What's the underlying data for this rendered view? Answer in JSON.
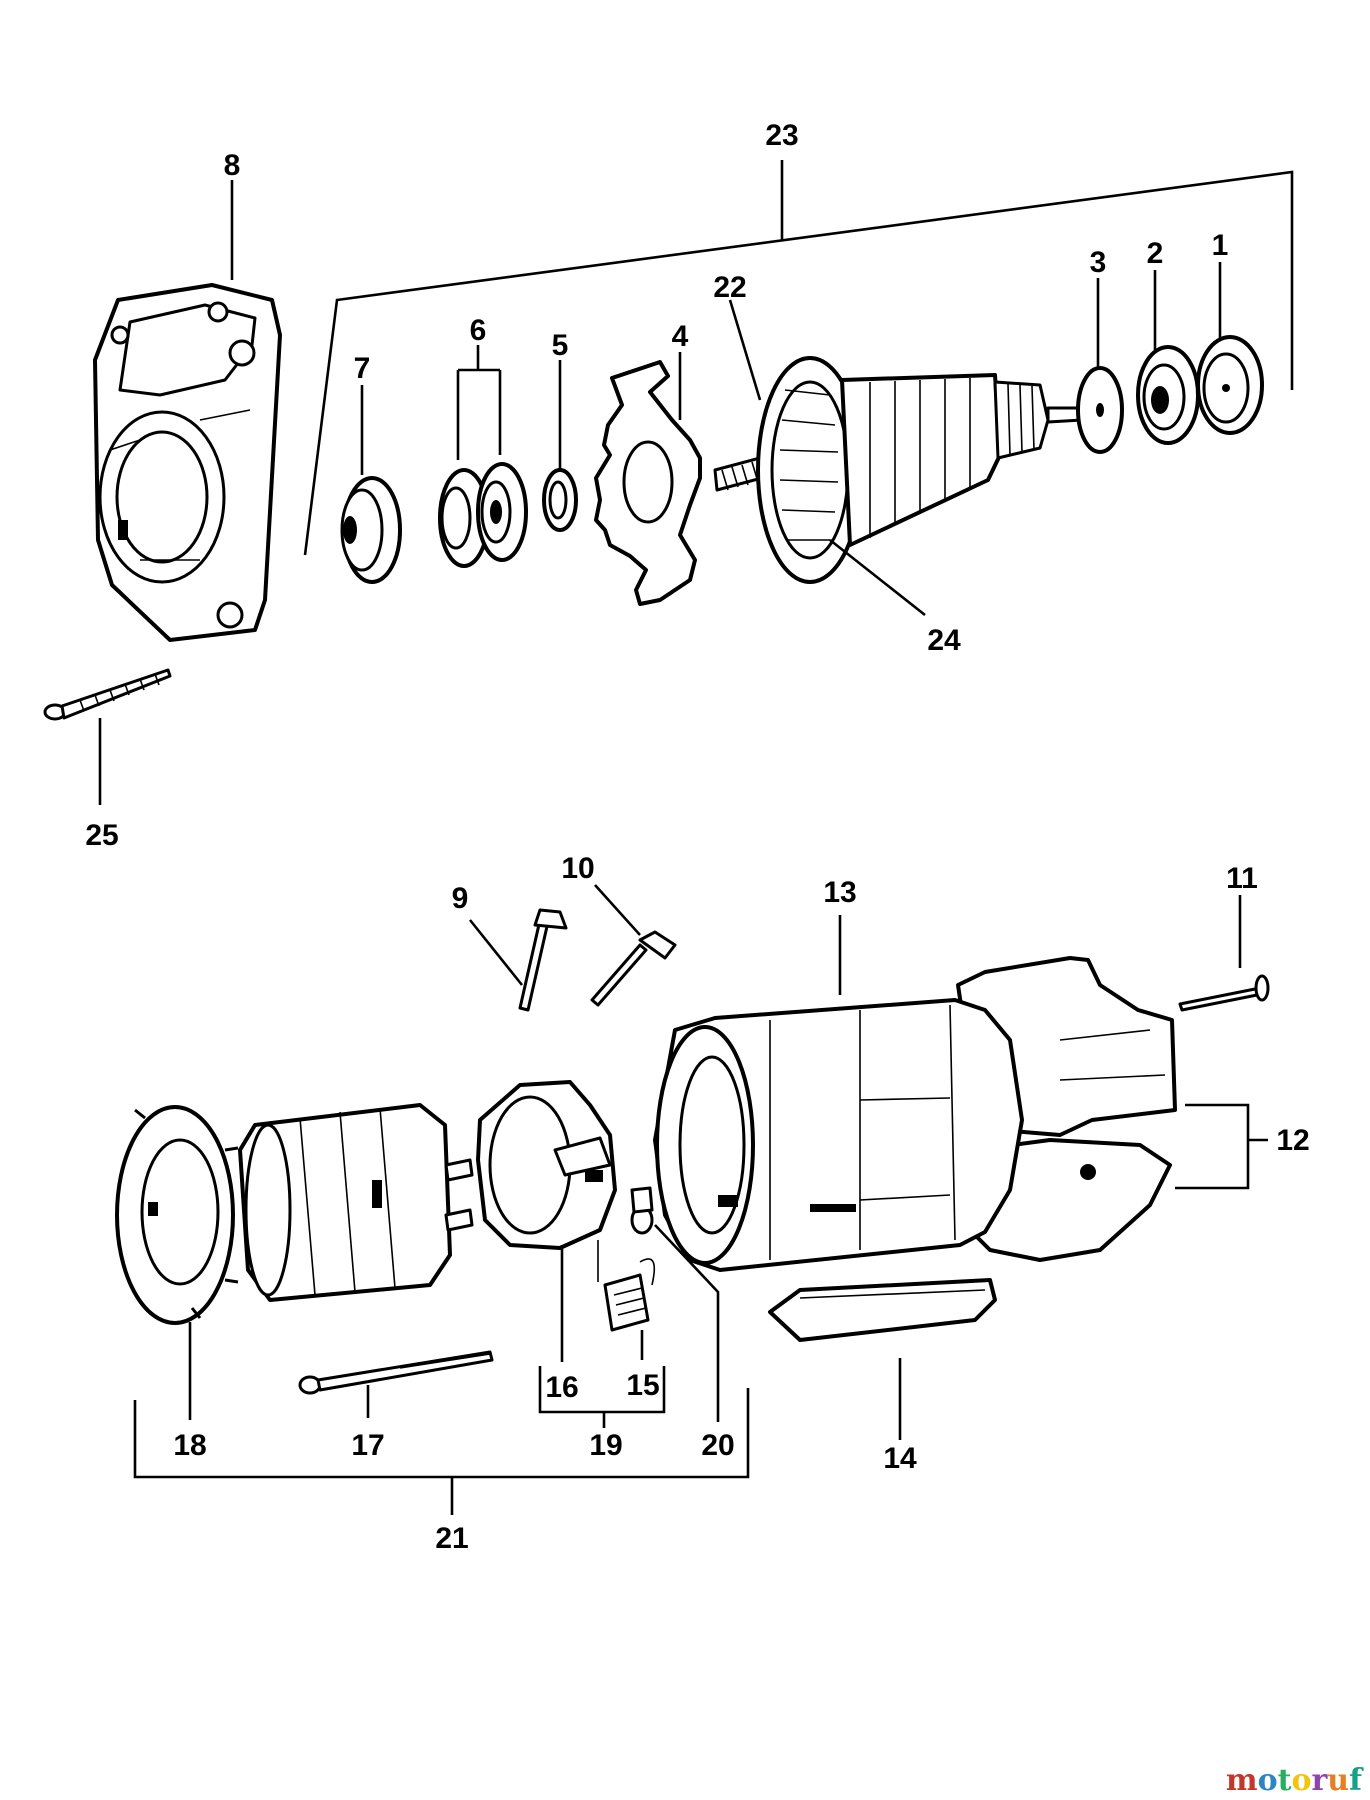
{
  "callouts": [
    {
      "id": "1",
      "label": "1"
    },
    {
      "id": "2",
      "label": "2"
    },
    {
      "id": "3",
      "label": "3"
    },
    {
      "id": "4",
      "label": "4"
    },
    {
      "id": "5",
      "label": "5"
    },
    {
      "id": "6",
      "label": "6"
    },
    {
      "id": "7",
      "label": "7"
    },
    {
      "id": "8",
      "label": "8"
    },
    {
      "id": "9",
      "label": "9"
    },
    {
      "id": "10",
      "label": "10"
    },
    {
      "id": "11",
      "label": "11"
    },
    {
      "id": "12",
      "label": "12"
    },
    {
      "id": "13",
      "label": "13"
    },
    {
      "id": "14",
      "label": "14"
    },
    {
      "id": "15",
      "label": "15"
    },
    {
      "id": "16",
      "label": "16"
    },
    {
      "id": "17",
      "label": "17"
    },
    {
      "id": "18",
      "label": "18"
    },
    {
      "id": "19",
      "label": "19"
    },
    {
      "id": "20",
      "label": "20"
    },
    {
      "id": "21",
      "label": "21"
    },
    {
      "id": "22",
      "label": "22"
    },
    {
      "id": "23",
      "label": "23"
    },
    {
      "id": "24",
      "label": "24"
    },
    {
      "id": "25",
      "label": "25"
    }
  ],
  "watermark": {
    "text": "motoruf",
    "colors": [
      "#c0392b",
      "#2e86c1",
      "#27ae60",
      "#f1c40f",
      "#8e44ad",
      "#e67e22",
      "#16a085"
    ]
  }
}
